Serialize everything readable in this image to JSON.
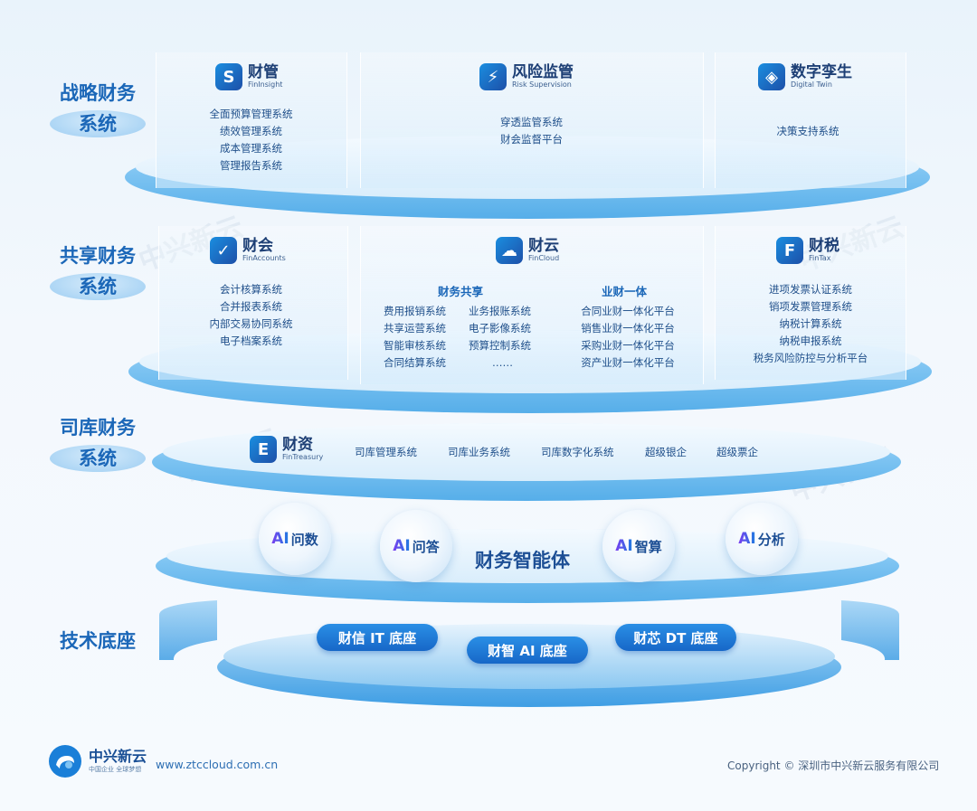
{
  "layers": {
    "strategy": {
      "l1": "战略财务",
      "l2": "系统"
    },
    "shared": {
      "l1": "共享财务",
      "l2": "系统"
    },
    "treasury": {
      "l1": "司库财务",
      "l2": "系统"
    },
    "tech": {
      "label": "技术底座"
    }
  },
  "strategy": {
    "finguan": {
      "cn": "财管",
      "en": "FinInsight",
      "icon": "S",
      "items": [
        "全面预算管理系统",
        "绩效管理系统",
        "成本管理系统",
        "管理报告系统"
      ]
    },
    "risk": {
      "cn": "风险监管",
      "en": "Risk Supervision",
      "icon": "⚡",
      "items": [
        "穿透监管系统",
        "财会监督平台"
      ]
    },
    "twin": {
      "cn": "数字孪生",
      "en": "Digital Twin",
      "icon": "◈",
      "items": [
        "决策支持系统"
      ]
    }
  },
  "shared": {
    "finhui": {
      "cn": "财会",
      "en": "FinAccounts",
      "icon": "✓",
      "items": [
        "会计核算系统",
        "合并报表系统",
        "内部交易协同系统",
        "电子档案系统"
      ]
    },
    "finyun": {
      "cn": "财云",
      "en": "FinCloud",
      "icon": "☁",
      "group1": {
        "title": "财务共享",
        "col1": [
          "费用报销系统",
          "共享运营系统",
          "智能审核系统",
          "合同结算系统"
        ],
        "col2": [
          "业务报账系统",
          "电子影像系统",
          "预算控制系统",
          "……"
        ]
      },
      "group2": {
        "title": "业财一体",
        "items": [
          "合同业财一体化平台",
          "销售业财一体化平台",
          "采购业财一体化平台",
          "资产业财一体化平台"
        ]
      }
    },
    "finshui": {
      "cn": "财税",
      "en": "FinTax",
      "icon": "F",
      "items": [
        "进项发票认证系统",
        "销项发票管理系统",
        "纳税计算系统",
        "纳税申报系统",
        "税务风险防控与分析平台"
      ]
    }
  },
  "treasury": {
    "brand": {
      "cn": "财资",
      "en": "FinTreasury",
      "icon": "E"
    },
    "items": [
      "司库管理系统",
      "司库业务系统",
      "司库数字化系统",
      "超级银企",
      "超级票企"
    ]
  },
  "ai": {
    "center": "财务智能体",
    "balls": [
      {
        "ai": "AI",
        "text": "问数"
      },
      {
        "ai": "AI",
        "text": "问答"
      },
      {
        "ai": "AI",
        "text": "智算"
      },
      {
        "ai": "AI",
        "text": "分析"
      }
    ]
  },
  "tech": {
    "pills": [
      "财信 IT 底座",
      "财智 AI 底座",
      "财芯 DT 底座"
    ]
  },
  "footer": {
    "logo_cn": "中兴新云",
    "logo_sub": "中国企业 全球梦想",
    "url": "www.ztccloud.com.cn",
    "copyright": "Copyright © 深圳市中兴新云服务有限公司"
  },
  "watermark": "中兴新云",
  "colors": {
    "accent": "#1b67b8",
    "rim": "#56aee9",
    "pill": "#1767c8"
  }
}
